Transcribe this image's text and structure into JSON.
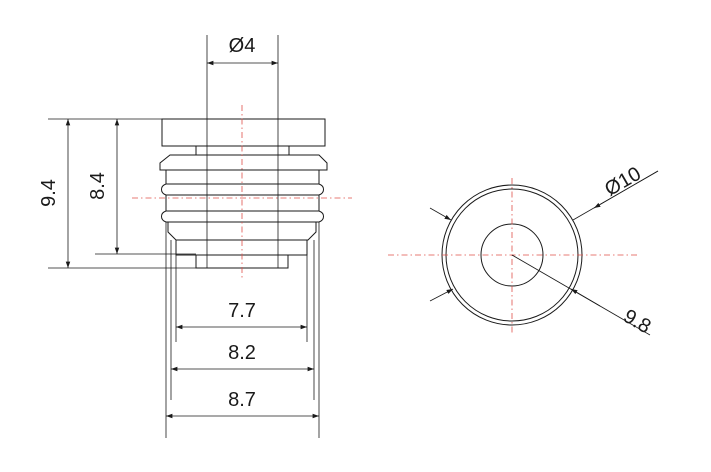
{
  "dimensions": {
    "top_diameter": "Ø4",
    "overall_height": "9.4",
    "body_height": "8.4",
    "width_small": "7.7",
    "width_mid": "8.2",
    "width_large": "8.7",
    "outer_diameter": "Ø10",
    "inner_diameter": "9.8"
  },
  "colors": {
    "line": "#1a1a1a",
    "centerline": "#e0504a"
  }
}
